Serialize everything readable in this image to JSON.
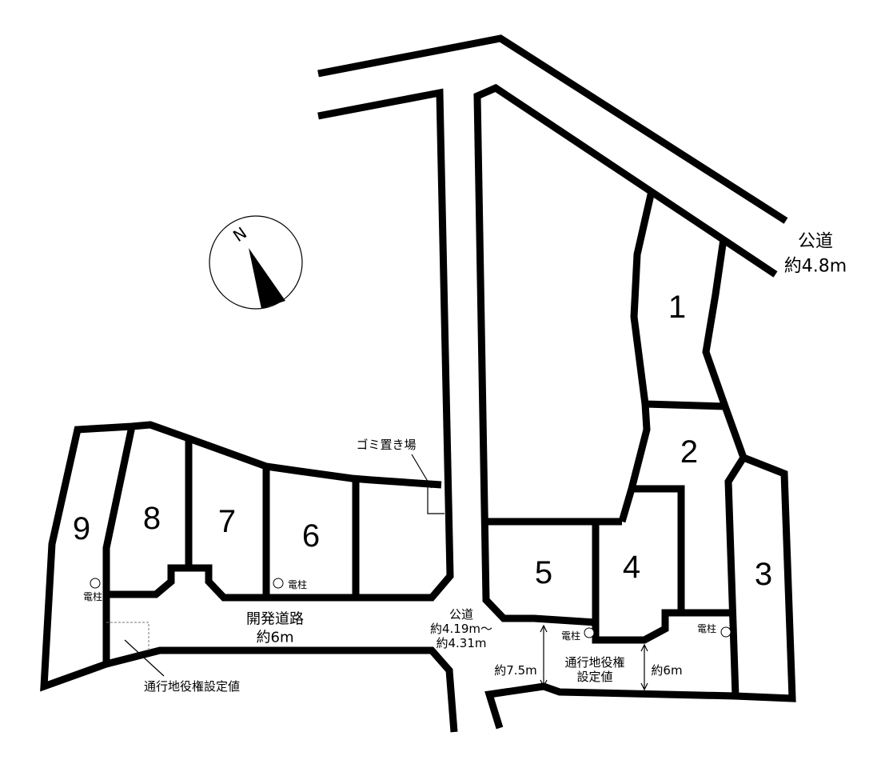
{
  "lots": [
    "1",
    "2",
    "3",
    "4",
    "5",
    "6",
    "7",
    "8",
    "9"
  ],
  "public_road_north": {
    "line1": "公道",
    "line2": "約4.8m"
  },
  "public_road_center": {
    "line1": "公道",
    "line2": "約4.19m～",
    "line3": "約4.31m"
  },
  "development_road": {
    "line1": "開発道路",
    "line2": "約6m"
  },
  "easement_left": "通行地役権設定値",
  "easement_right": {
    "line1": "通行地役権",
    "line2": "設定値"
  },
  "garbage_station": "ゴミ置き場",
  "utility_pole_label": "電柱",
  "width_left": "約7.5m",
  "width_right": "約6m",
  "compass_north": "N"
}
